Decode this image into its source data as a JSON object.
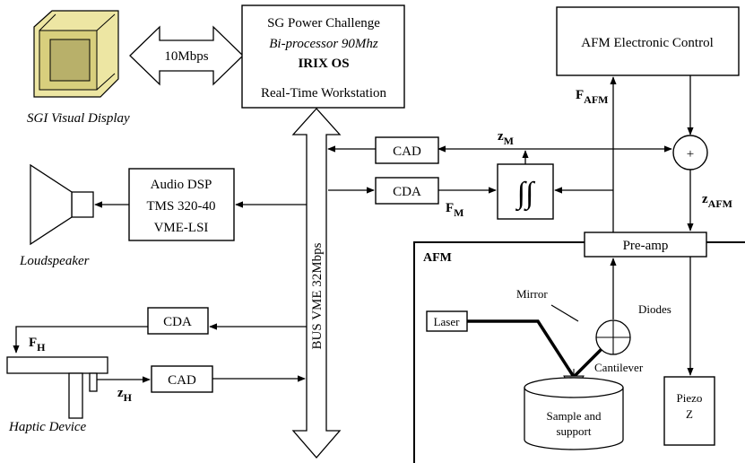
{
  "workstation": {
    "line1": "SG Power Challenge",
    "line2": "Bi-processor 90Mhz",
    "line3": "IRIX OS",
    "line4": "Real-Time Workstation"
  },
  "display": {
    "link": "10Mbps",
    "label": "SGI Visual Display"
  },
  "afm_control": {
    "label": "AFM Electronic Control"
  },
  "bus": {
    "label": "BUS VME 32Mbps"
  },
  "converters": {
    "cad": "CAD",
    "cda": "CDA"
  },
  "audio": {
    "line1": "Audio DSP",
    "line2": "TMS 320-40",
    "line3": "VME-LSI"
  },
  "loudspeaker": {
    "label": "Loudspeaker"
  },
  "haptic": {
    "label": "Haptic Device"
  },
  "signals": {
    "f": "F",
    "z": "z",
    "sub_afm": "AFM",
    "sub_m": "M",
    "sub_h": "H"
  },
  "integrator": {
    "symbol": "∫∫"
  },
  "summer": {
    "symbol": "+"
  },
  "preamp": {
    "label": "Pre-amp"
  },
  "afm": {
    "title": "AFM",
    "laser": "Laser",
    "mirror": "Mirror",
    "diodes": "Diodes",
    "cantilever": "Cantilever",
    "sample_line1": "Sample and",
    "sample_line2": "support",
    "piezo_line1": "Piezo",
    "piezo_line2": "Z"
  }
}
